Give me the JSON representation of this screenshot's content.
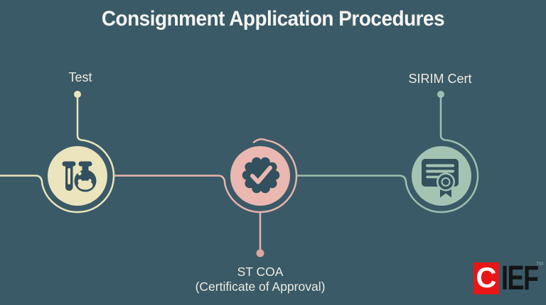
{
  "title": "Consignment Application Procedures",
  "nodes": [
    {
      "id": "test",
      "label": "Test",
      "icon": "lab-flask-icon",
      "color": "#ece4bc",
      "line_color": "#ece4bc",
      "dot_color": "#ece4bc"
    },
    {
      "id": "st-coa",
      "label": "ST COA",
      "sublabel": "(Certificate of Approval)",
      "icon": "approval-badge-icon",
      "color": "#eab8b0",
      "line_color": "#e7b3ab",
      "dot_color": "#dca69e"
    },
    {
      "id": "sirim-cert",
      "label": "SIRIM Cert",
      "icon": "certificate-icon",
      "color": "#a5c3b2",
      "line_color": "#9fbfae",
      "dot_color": "#9fbfae"
    }
  ],
  "colors": {
    "background": "#3a5a67",
    "title_text": "#f7f6f2",
    "label_text": "#eeeae1",
    "icon_dark": "#32505e",
    "logo_red": "#e81616",
    "logo_letters": "#141414"
  },
  "logo": {
    "box_letter": "C",
    "text": "IEF",
    "trademark": "TM"
  }
}
